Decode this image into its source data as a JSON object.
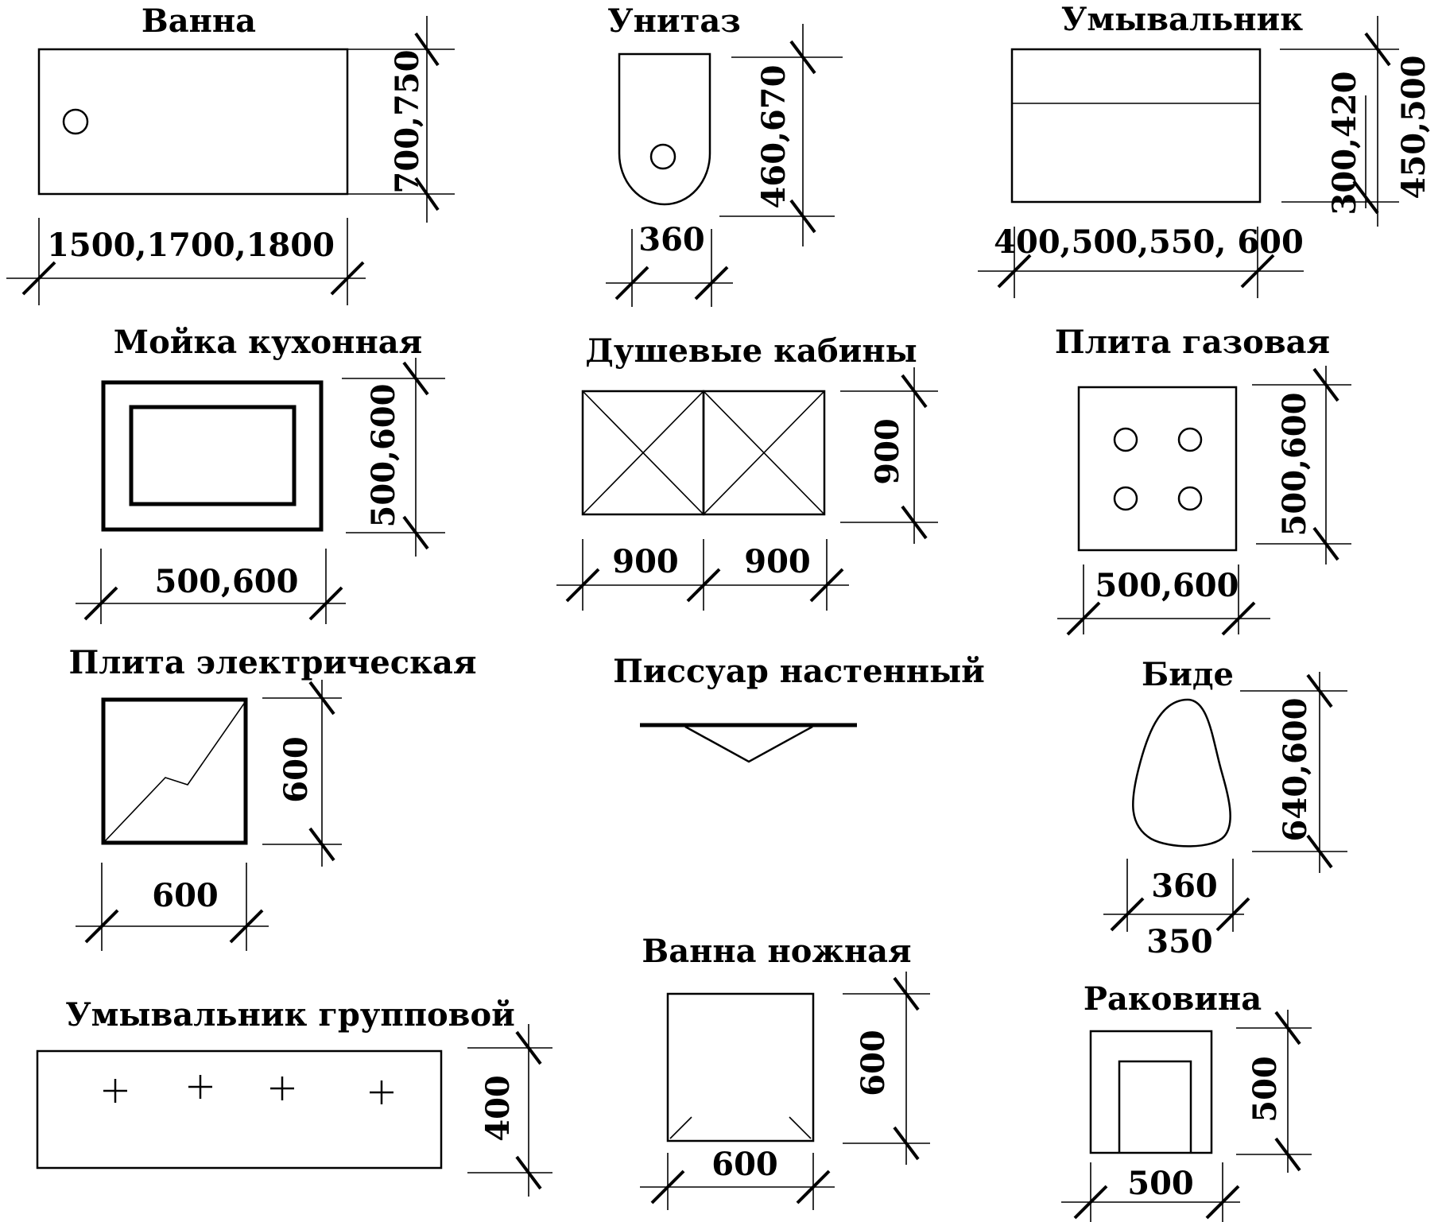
{
  "fixtures": {
    "bathtub": {
      "title": "Ванна",
      "width": "1500,1700,1800",
      "depth": "700,750"
    },
    "toilet": {
      "title": "Унитаз",
      "width": "360",
      "depth": "460,670"
    },
    "washbasin": {
      "title": "Умывальник",
      "width": "400,500,550, 600",
      "depth_inner": "300,420",
      "depth_outer": "450,500"
    },
    "kitchen_sink": {
      "title": "Мойка кухонная",
      "width": "500,600",
      "depth": "500,600"
    },
    "shower_cabins": {
      "title": "Душевые кабины",
      "width_1": "900",
      "width_2": "900",
      "depth": "900"
    },
    "gas_stove": {
      "title": "Плита газовая",
      "width": "500,600",
      "depth": "500,600"
    },
    "electric_stove": {
      "title": "Плита электрическая",
      "width": "600",
      "depth": "600"
    },
    "urinal": {
      "title": "Писсуар настенный"
    },
    "bidet": {
      "title": "Биде",
      "width_top": "360",
      "width_bottom": "350",
      "depth": "640,600"
    },
    "group_washbasin": {
      "title": "Умывальник групповой",
      "depth": "400"
    },
    "foot_bath": {
      "title": "Ванна ножная",
      "width": "600",
      "depth": "600"
    },
    "sink": {
      "title": "Раковина",
      "width": "500",
      "depth": "500"
    }
  }
}
